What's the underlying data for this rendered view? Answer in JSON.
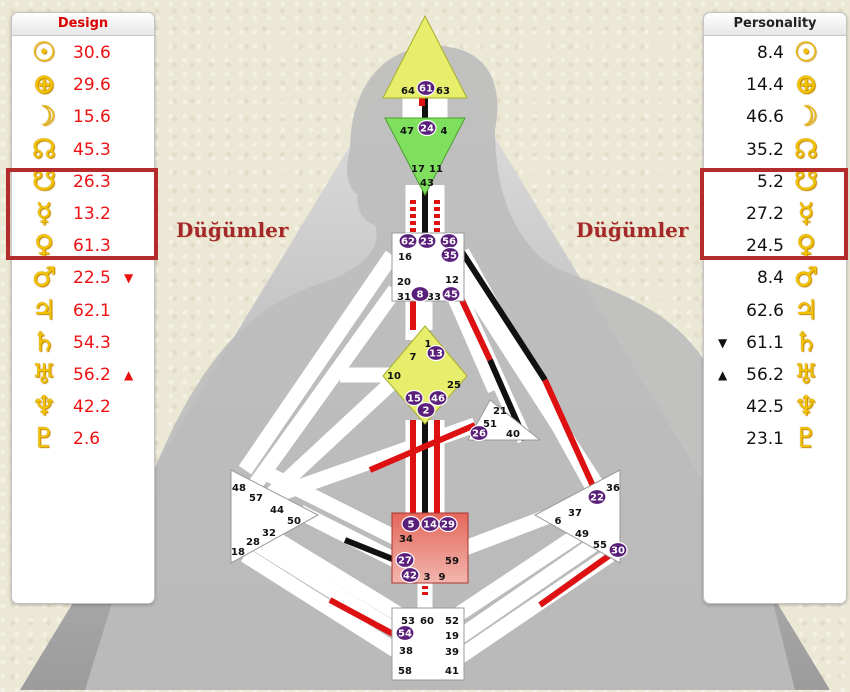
{
  "design": {
    "title": "Design",
    "rows": [
      {
        "symbol": "☉",
        "value": "30.6",
        "arrow": ""
      },
      {
        "symbol": "⊕",
        "value": "29.6",
        "arrow": ""
      },
      {
        "symbol": "☽",
        "value": "15.6",
        "arrow": ""
      },
      {
        "symbol": "☊",
        "value": "45.3",
        "arrow": ""
      },
      {
        "symbol": "☋",
        "value": "26.3",
        "arrow": ""
      },
      {
        "symbol": "☿",
        "value": "13.2",
        "arrow": ""
      },
      {
        "symbol": "♀",
        "value": "61.3",
        "arrow": ""
      },
      {
        "symbol": "♂",
        "value": "22.5",
        "arrow": "▼"
      },
      {
        "symbol": "♃",
        "value": "62.1",
        "arrow": ""
      },
      {
        "symbol": "♄",
        "value": "54.3",
        "arrow": ""
      },
      {
        "symbol": "♅",
        "value": "56.2",
        "arrow": "▲"
      },
      {
        "symbol": "♆",
        "value": "42.2",
        "arrow": ""
      },
      {
        "symbol": "♇",
        "value": "2.6",
        "arrow": ""
      }
    ]
  },
  "personality": {
    "title": "Personality",
    "rows": [
      {
        "symbol": "☉",
        "value": "8.4",
        "arrow": ""
      },
      {
        "symbol": "⊕",
        "value": "14.4",
        "arrow": ""
      },
      {
        "symbol": "☽",
        "value": "46.6",
        "arrow": ""
      },
      {
        "symbol": "☊",
        "value": "35.2",
        "arrow": ""
      },
      {
        "symbol": "☋",
        "value": "5.2",
        "arrow": ""
      },
      {
        "symbol": "☿",
        "value": "27.2",
        "arrow": ""
      },
      {
        "symbol": "♀",
        "value": "24.5",
        "arrow": ""
      },
      {
        "symbol": "♂",
        "value": "8.4",
        "arrow": ""
      },
      {
        "symbol": "♃",
        "value": "62.6",
        "arrow": ""
      },
      {
        "symbol": "♄",
        "value": "61.1",
        "arrow": "▼"
      },
      {
        "symbol": "♅",
        "value": "56.2",
        "arrow": "▲"
      },
      {
        "symbol": "♆",
        "value": "42.5",
        "arrow": ""
      },
      {
        "symbol": "♇",
        "value": "23.1",
        "arrow": ""
      }
    ]
  },
  "annotations": {
    "left_label": "Düğümler",
    "right_label": "Düğümler"
  },
  "colors": {
    "design_text": "#ee1111",
    "personality_text": "#111111",
    "highlight_box": "#b32b2b",
    "gate_circle": "#5a1f7a",
    "head_center": "#e8f270",
    "ajna_center": "#7fe06a",
    "g_center": "#e8f270",
    "sacral_center": "#e05448"
  },
  "gates_plain": [
    {
      "id": "g64",
      "label": "64"
    },
    {
      "id": "g63",
      "label": "63"
    },
    {
      "id": "g47",
      "label": "47"
    },
    {
      "id": "g4",
      "label": "4"
    },
    {
      "id": "g17",
      "label": "17"
    },
    {
      "id": "g11",
      "label": "11"
    },
    {
      "id": "g16",
      "label": "16"
    },
    {
      "id": "g20",
      "label": "20"
    },
    {
      "id": "g31",
      "label": "31"
    },
    {
      "id": "g12",
      "label": "12"
    },
    {
      "id": "g33",
      "label": "33"
    },
    {
      "id": "g1",
      "label": "1"
    },
    {
      "id": "g7",
      "label": "7"
    },
    {
      "id": "g10",
      "label": "10"
    },
    {
      "id": "g25",
      "label": "25"
    },
    {
      "id": "g21",
      "label": "21"
    },
    {
      "id": "g51",
      "label": "51"
    },
    {
      "id": "g40",
      "label": "40"
    },
    {
      "id": "g48",
      "label": "48"
    },
    {
      "id": "g57",
      "label": "57"
    },
    {
      "id": "g44",
      "label": "44"
    },
    {
      "id": "g50",
      "label": "50"
    },
    {
      "id": "g32",
      "label": "32"
    },
    {
      "id": "g28",
      "label": "28"
    },
    {
      "id": "g18",
      "label": "18"
    },
    {
      "id": "g34",
      "label": "34"
    },
    {
      "id": "g59",
      "label": "59"
    },
    {
      "id": "g3",
      "label": "3"
    },
    {
      "id": "g9",
      "label": "9"
    },
    {
      "id": "g36",
      "label": "36"
    },
    {
      "id": "g6",
      "label": "6"
    },
    {
      "id": "g37",
      "label": "37"
    },
    {
      "id": "g49",
      "label": "49"
    },
    {
      "id": "g55",
      "label": "55"
    },
    {
      "id": "g53",
      "label": "53"
    },
    {
      "id": "g60",
      "label": "60"
    },
    {
      "id": "g52",
      "label": "52"
    },
    {
      "id": "g19",
      "label": "19"
    },
    {
      "id": "g38",
      "label": "38"
    },
    {
      "id": "g39",
      "label": "39"
    },
    {
      "id": "g58",
      "label": "58"
    },
    {
      "id": "g41",
      "label": "41"
    },
    {
      "id": "g43",
      "label": "43"
    }
  ],
  "gates_active": [
    {
      "id": "a61",
      "label": "61"
    },
    {
      "id": "a24",
      "label": "24"
    },
    {
      "id": "a62",
      "label": "62"
    },
    {
      "id": "a23",
      "label": "23"
    },
    {
      "id": "a56",
      "label": "56"
    },
    {
      "id": "a35",
      "label": "35"
    },
    {
      "id": "a8",
      "label": "8"
    },
    {
      "id": "a45",
      "label": "45"
    },
    {
      "id": "a13",
      "label": "13"
    },
    {
      "id": "a15",
      "label": "15"
    },
    {
      "id": "a46",
      "label": "46"
    },
    {
      "id": "a2",
      "label": "2"
    },
    {
      "id": "a26",
      "label": "26"
    },
    {
      "id": "a5",
      "label": "5"
    },
    {
      "id": "a14",
      "label": "14"
    },
    {
      "id": "a29",
      "label": "29"
    },
    {
      "id": "a27",
      "label": "27"
    },
    {
      "id": "a42",
      "label": "42"
    },
    {
      "id": "a22",
      "label": "22"
    },
    {
      "id": "a30",
      "label": "30"
    },
    {
      "id": "a54",
      "label": "54"
    }
  ]
}
